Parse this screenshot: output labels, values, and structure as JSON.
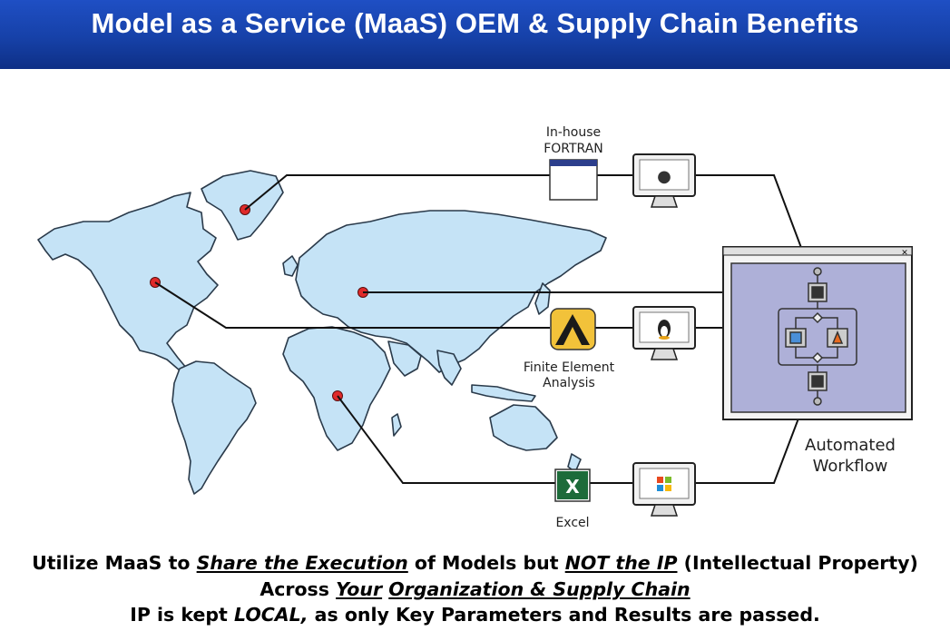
{
  "header": {
    "title": "Model as a Service (MaaS) OEM & Supply Chain Benefits"
  },
  "diagram": {
    "fortran_label_line1": "In-house",
    "fortran_label_line2": "FORTRAN",
    "fea_label_line1": "Finite Element",
    "fea_label_line2": "Analysis",
    "excel_label": "Excel",
    "workflow_label_line1": "Automated",
    "workflow_label_line2": "Workflow",
    "icons": [
      "world-map",
      "apple-computer",
      "linux-computer",
      "windows-computer",
      "fortran-window",
      "fea-app",
      "excel-app",
      "workflow-window"
    ],
    "colors": {
      "map": "#c5e3f6",
      "workflow_bg": "#aeb0d8",
      "dots": "#e02a2a",
      "banner": "#1641a8"
    }
  },
  "caption": {
    "line1_a": "Utilize MaaS to ",
    "line1_b": "Share the Execution",
    "line1_c": " of Models but ",
    "line1_d": "NOT the IP",
    "line1_e": " (Intellectual Property)",
    "line2_a": "Across ",
    "line2_b": "Your",
    "line2_c": " ",
    "line2_d": "Organization & Supply Chain",
    "line3_a": "IP is kept ",
    "line3_b": "LOCAL,",
    "line3_c": " as only Key Parameters and Results are passed."
  }
}
